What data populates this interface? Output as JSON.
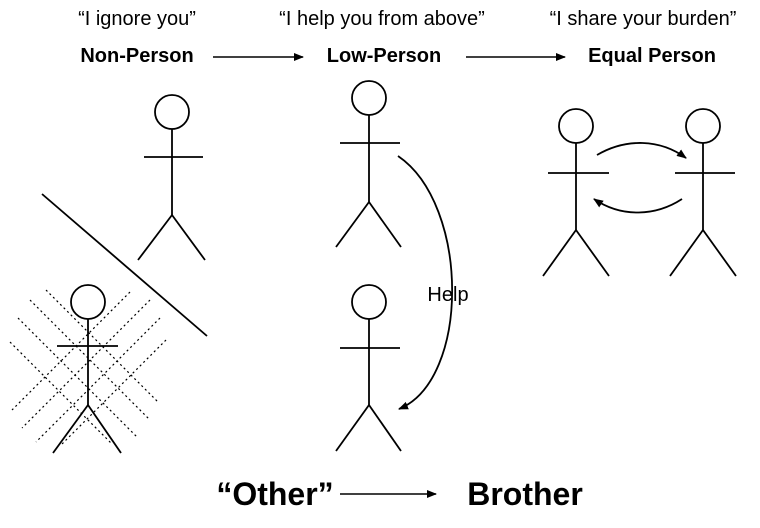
{
  "top_row": {
    "quotes": [
      "“I ignore you”",
      "“I help you from above”",
      "“I share your burden”"
    ],
    "categories": [
      "Non-Person",
      "Low-Person",
      "Equal Person"
    ]
  },
  "help_label": "Help",
  "bottom_row": {
    "left": "“Other”",
    "right": "Brother"
  }
}
